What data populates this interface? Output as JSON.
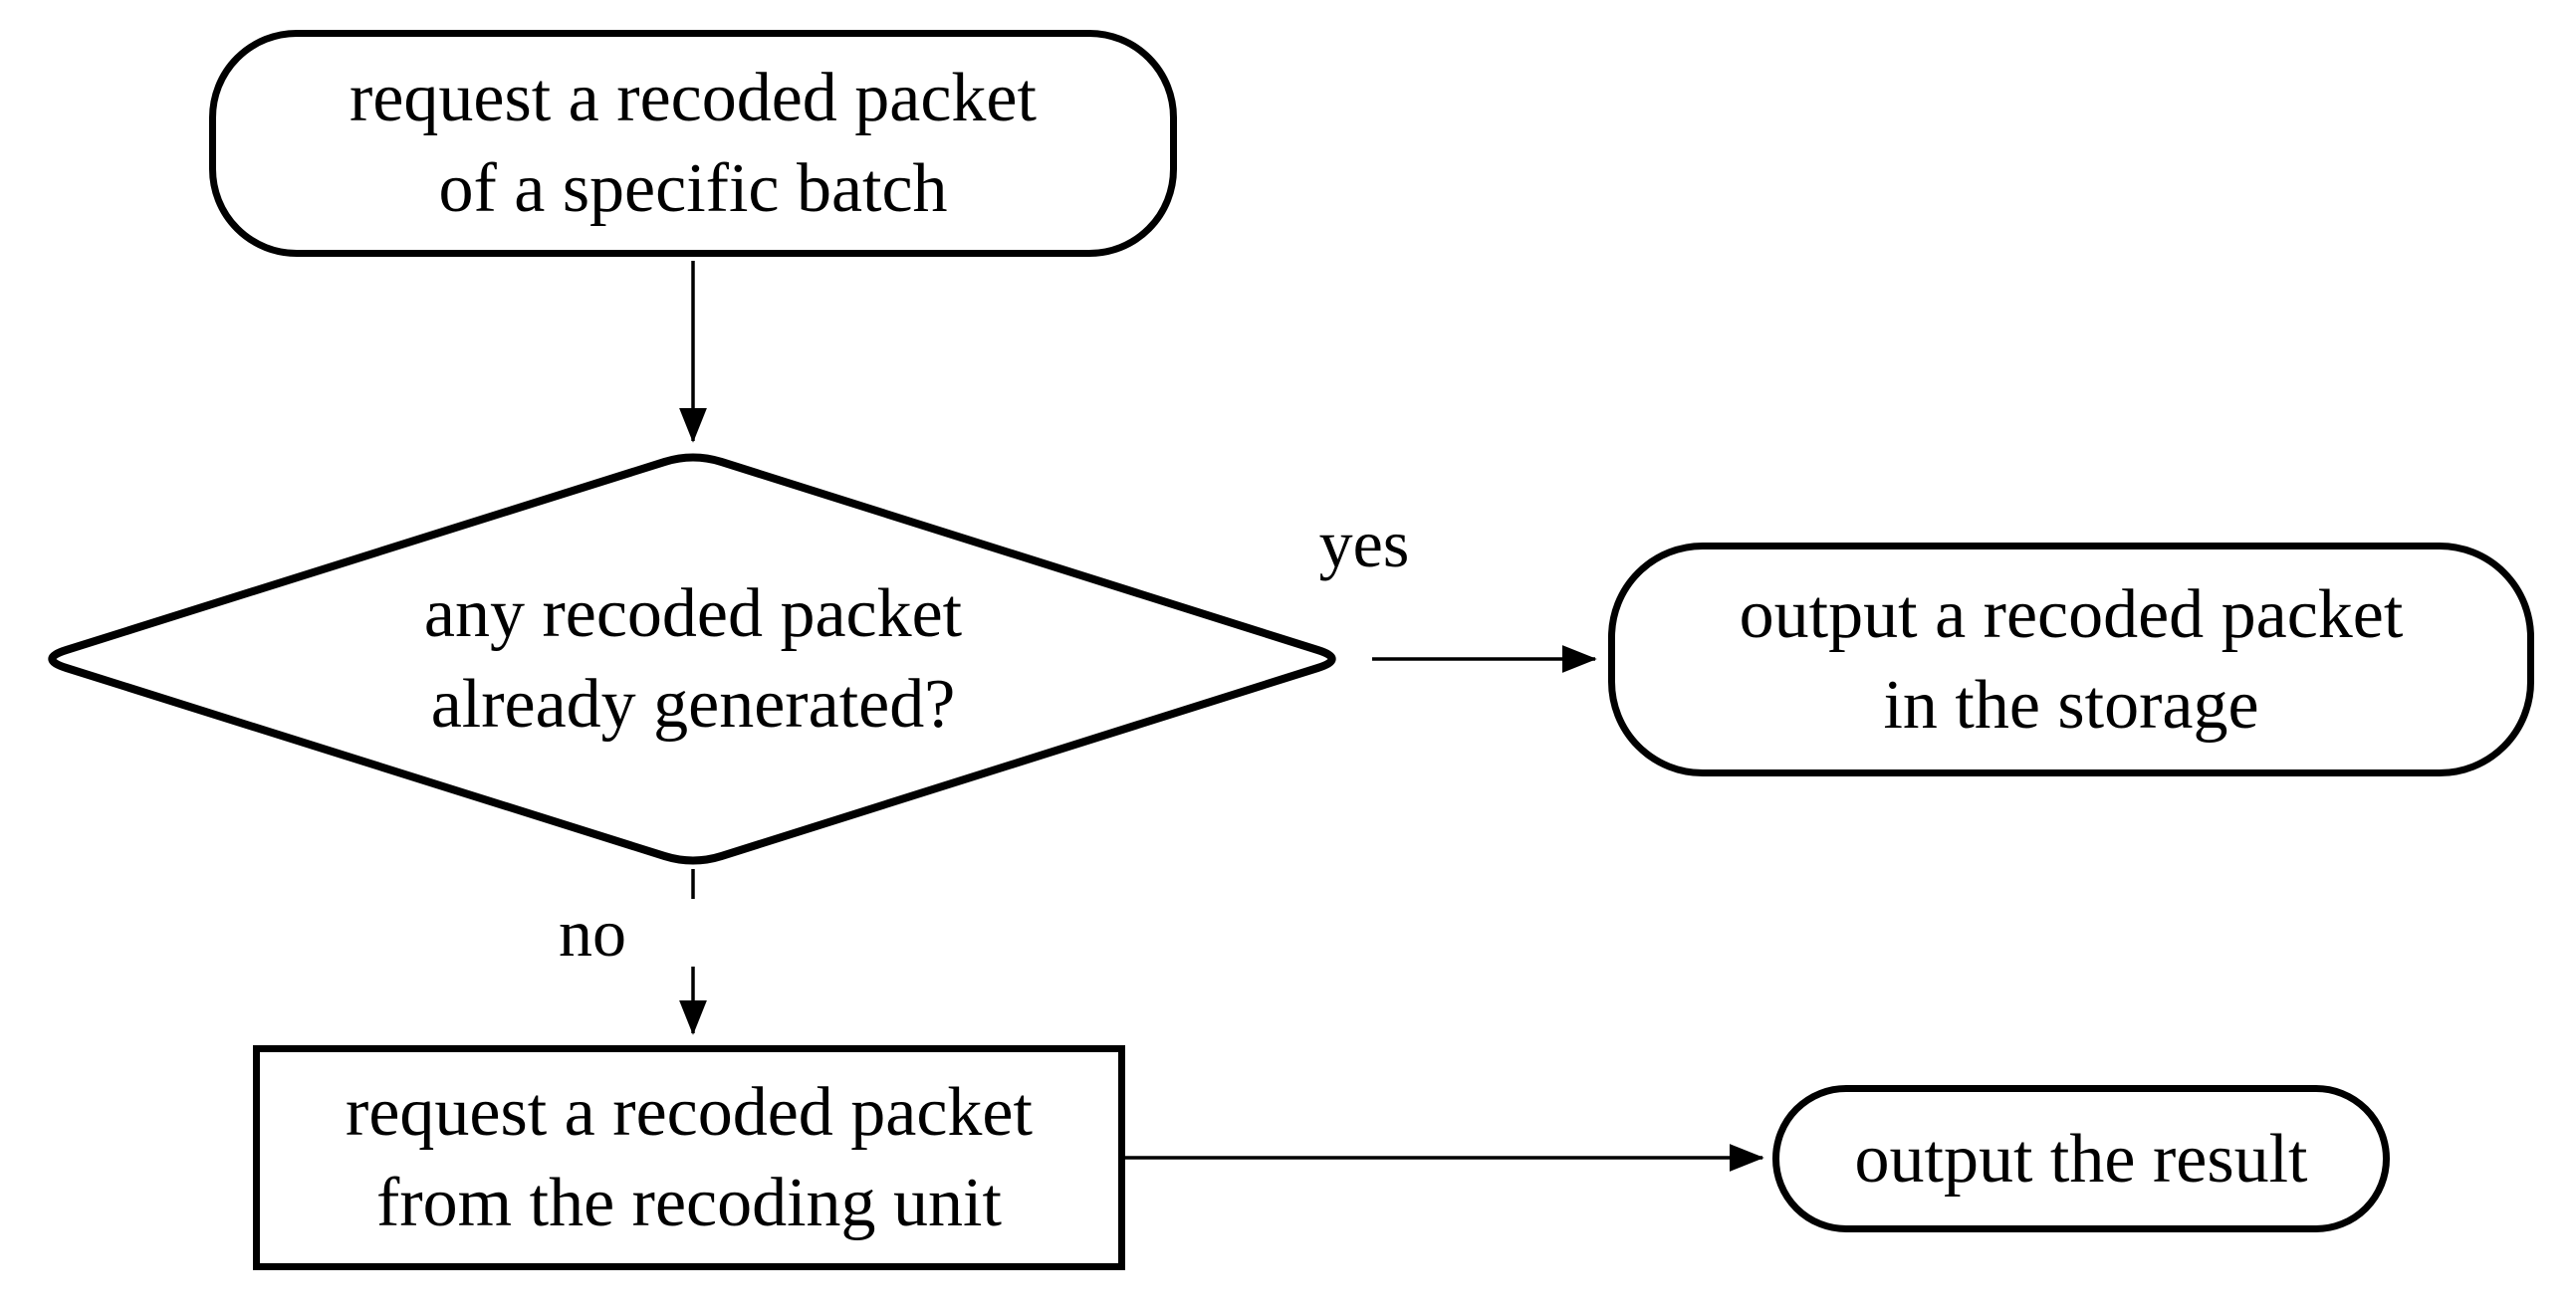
{
  "diagram": {
    "nodes": {
      "start": {
        "lines": [
          "request a recoded packet",
          "of a specific batch"
        ]
      },
      "decision": {
        "lines": [
          "any recoded packet",
          "already generated?"
        ]
      },
      "storage_output": {
        "lines": [
          "output a recoded packet",
          "in the storage"
        ]
      },
      "recoding_request": {
        "lines": [
          "request a recoded packet",
          "from the recoding unit"
        ]
      },
      "result_output": {
        "lines": [
          "output the result"
        ]
      }
    },
    "edges": {
      "yes_label": "yes",
      "no_label": "no"
    },
    "colors": {
      "stroke": "#000000",
      "background": "#ffffff"
    }
  }
}
